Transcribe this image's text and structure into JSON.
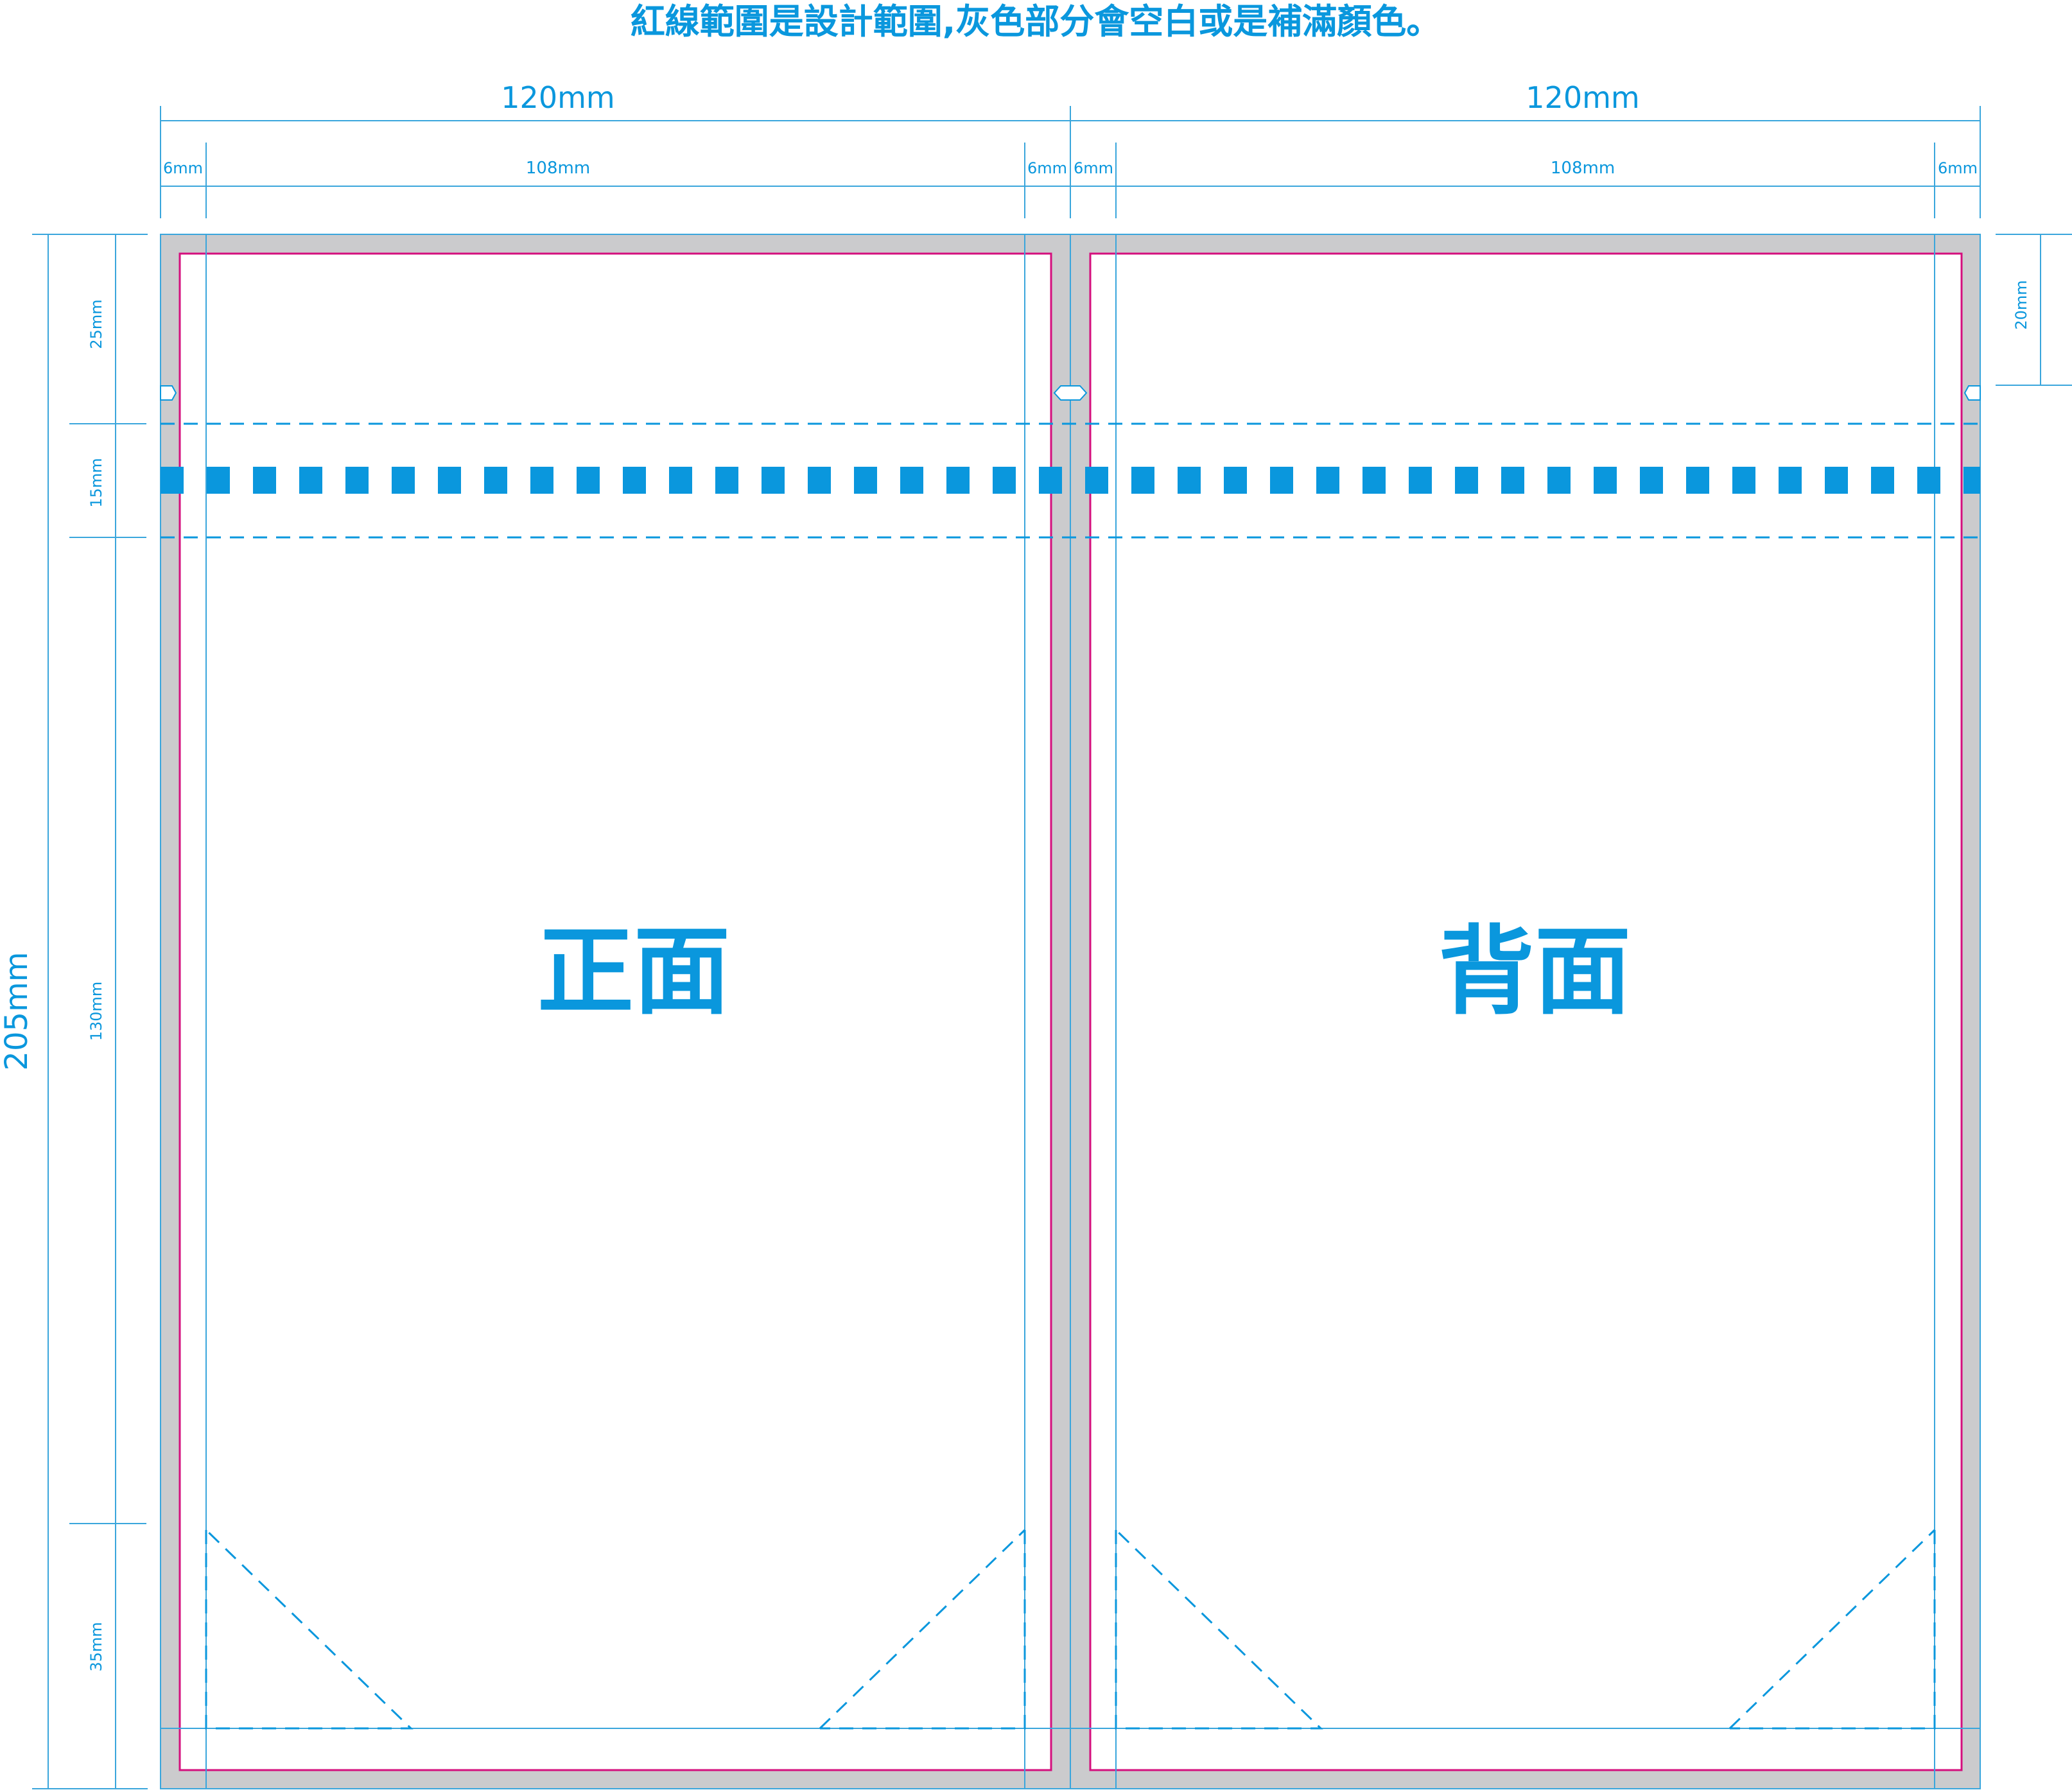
{
  "header": {
    "note": "紅線範圍是設計範圍,灰色部分會空白或是補滿顏色。"
  },
  "dimensions": {
    "panel_width": "120mm",
    "panel_inner_width": "108mm",
    "margin_width": "6mm",
    "total_height": "205mm",
    "segment_top": "25mm",
    "segment_zipper": "15mm",
    "segment_body": "130mm",
    "segment_bottom": "35mm",
    "hang_hole_offset": "20mm"
  },
  "panels": {
    "front_label": "正面",
    "back_label": "背面"
  },
  "colors": {
    "accent": "#0a97dd",
    "guide": "#3aa6dc",
    "trim": "#d40f7d",
    "bleed": "#cbcbcd"
  }
}
